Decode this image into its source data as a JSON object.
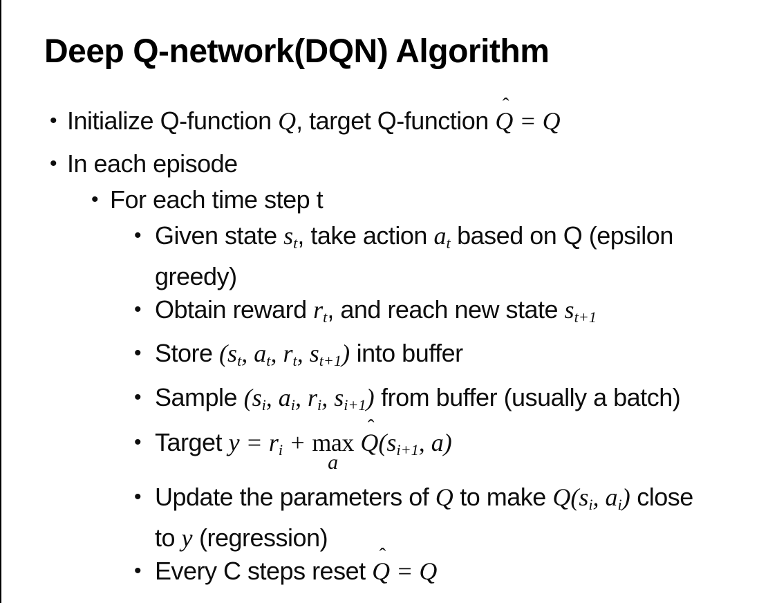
{
  "slide": {
    "title": "Deep Q-network(DQN) Algorithm",
    "colors": {
      "background": "#ffffff",
      "text": "#000000",
      "edge_line": "#000000"
    },
    "bullets": [
      {
        "level": 1,
        "segments": [
          {
            "t": "Initialize Q-function "
          },
          {
            "t": "Q",
            "k": "m"
          },
          {
            "t": ", target Q-function "
          },
          {
            "t": "Q",
            "k": "hat"
          },
          {
            "t": " = ",
            "k": "m"
          },
          {
            "t": "Q",
            "k": "m"
          }
        ]
      },
      {
        "level": 1,
        "segments": [
          {
            "t": "In each episode"
          }
        ]
      },
      {
        "level": 2,
        "segments": [
          {
            "t": "For each time step t"
          }
        ]
      },
      {
        "level": 3,
        "segments": [
          {
            "t": "Given state "
          },
          {
            "t": "s",
            "k": "m"
          },
          {
            "t": "t",
            "k": "sub"
          },
          {
            "t": ", take action "
          },
          {
            "t": "a",
            "k": "m"
          },
          {
            "t": "t",
            "k": "sub"
          },
          {
            "t": " based on Q (epsilon"
          },
          {
            "br": true
          },
          {
            "t": "greedy)"
          }
        ]
      },
      {
        "level": 3,
        "segments": [
          {
            "t": "Obtain reward "
          },
          {
            "t": "r",
            "k": "m"
          },
          {
            "t": "t",
            "k": "sub"
          },
          {
            "t": ", and reach new state "
          },
          {
            "t": "s",
            "k": "m"
          },
          {
            "t": "t+1",
            "k": "sub"
          }
        ]
      },
      {
        "level": 3,
        "segments": [
          {
            "t": "Store "
          },
          {
            "t": "(",
            "k": "m"
          },
          {
            "t": "s",
            "k": "m"
          },
          {
            "t": "t",
            "k": "sub"
          },
          {
            "t": ", ",
            "k": "m"
          },
          {
            "t": "a",
            "k": "m"
          },
          {
            "t": "t",
            "k": "sub"
          },
          {
            "t": ", ",
            "k": "m"
          },
          {
            "t": "r",
            "k": "m"
          },
          {
            "t": "t",
            "k": "sub"
          },
          {
            "t": ", ",
            "k": "m"
          },
          {
            "t": "s",
            "k": "m"
          },
          {
            "t": "t+1",
            "k": "sub"
          },
          {
            "t": ")",
            "k": "m"
          },
          {
            "t": " into buffer"
          }
        ]
      },
      {
        "level": 3,
        "segments": [
          {
            "t": "Sample "
          },
          {
            "t": "(",
            "k": "m"
          },
          {
            "t": "s",
            "k": "m"
          },
          {
            "t": "i",
            "k": "sub"
          },
          {
            "t": ", ",
            "k": "m"
          },
          {
            "t": "a",
            "k": "m"
          },
          {
            "t": "i",
            "k": "sub"
          },
          {
            "t": ", ",
            "k": "m"
          },
          {
            "t": "r",
            "k": "m"
          },
          {
            "t": "i",
            "k": "sub"
          },
          {
            "t": ", ",
            "k": "m"
          },
          {
            "t": "s",
            "k": "m"
          },
          {
            "t": "i+1",
            "k": "sub"
          },
          {
            "t": ")",
            "k": "m"
          },
          {
            "t": " from buffer (usually a batch)"
          }
        ]
      },
      {
        "level": 3,
        "segments": [
          {
            "t": "Target "
          },
          {
            "t": "y",
            "k": "m"
          },
          {
            "t": " = ",
            "k": "m"
          },
          {
            "t": "r",
            "k": "m"
          },
          {
            "t": "i",
            "k": "sub"
          },
          {
            "t": " + ",
            "k": "m"
          },
          {
            "t": "max",
            "k": "max",
            "u": "a"
          },
          {
            "t": " "
          },
          {
            "t": "Q",
            "k": "hat"
          },
          {
            "t": "(",
            "k": "m"
          },
          {
            "t": "s",
            "k": "m"
          },
          {
            "t": "i+1",
            "k": "sub"
          },
          {
            "t": ", ",
            "k": "m"
          },
          {
            "t": "a",
            "k": "m"
          },
          {
            "t": ")",
            "k": "m"
          }
        ]
      },
      {
        "level": 3,
        "segments": [
          {
            "t": "Update the parameters of "
          },
          {
            "t": "Q",
            "k": "m"
          },
          {
            "t": " to make "
          },
          {
            "t": "Q",
            "k": "m"
          },
          {
            "t": "(",
            "k": "m"
          },
          {
            "t": "s",
            "k": "m"
          },
          {
            "t": "i",
            "k": "sub"
          },
          {
            "t": ", ",
            "k": "m"
          },
          {
            "t": "a",
            "k": "m"
          },
          {
            "t": "i",
            "k": "sub"
          },
          {
            "t": ")",
            "k": "m"
          },
          {
            "t": " close"
          },
          {
            "br": true
          },
          {
            "t": "to "
          },
          {
            "t": "y",
            "k": "m"
          },
          {
            "t": " (regression)"
          }
        ]
      },
      {
        "level": 3,
        "segments": [
          {
            "t": "Every C steps reset "
          },
          {
            "t": "Q",
            "k": "hat"
          },
          {
            "t": " = ",
            "k": "m"
          },
          {
            "t": "Q",
            "k": "m"
          }
        ]
      }
    ]
  }
}
